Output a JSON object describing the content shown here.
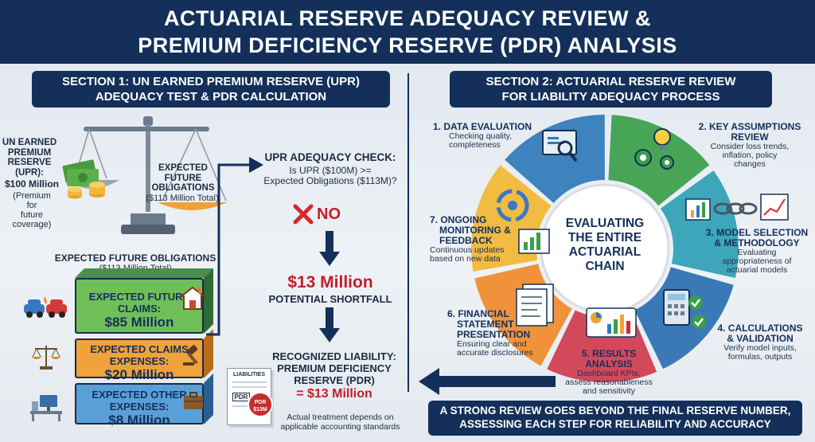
{
  "header": {
    "line1": "ACTUARIAL RESERVE ADEQUACY REVIEW &",
    "line2": "PREMIUM DEFICIENCY RESERVE (PDR) ANALYSIS"
  },
  "section1": {
    "title_line1": "SECTION 1: UN EARNED PREMIUM RESERVE (UPR)",
    "title_line2": "ADEQUACY TEST & PDR CALCULATION",
    "upr": {
      "l1": "UN EARNED",
      "l2": "PREMIUM",
      "l3": "RESERVE",
      "l4": "(UPR):",
      "value": "$100 Million",
      "n1": "(Premium",
      "n2": "for",
      "n3": "future",
      "n4": "coverage)"
    },
    "expected": {
      "l1": "EXPECTED",
      "l2": "FUTURE",
      "l3": "OBLIGATIONS",
      "total": "($113 Million Total)"
    },
    "stack_title": "EXPECTED FUTURE OBLIGATIONS",
    "stack_total": "($113 Million Total)",
    "claims": {
      "l1": "EXPECTED FUTURE",
      "l2": "CLAIMS:",
      "value": "$85 Million"
    },
    "claims_exp": {
      "l1": "EXPECTED CLAIMS",
      "l2": "EXPENSES:",
      "value": "$20 Million"
    },
    "other_exp": {
      "l1": "EXPECTED OTHER",
      "l2": "EXPENSES:",
      "value": "$8 Million"
    },
    "check": {
      "title": "UPR ADEQUACY CHECK:",
      "q1": "Is UPR ($100M) >=",
      "q2": "Expected Obligations ($113M)?"
    },
    "no_label": "NO",
    "shortfall_value": "$13 Million",
    "shortfall_label": "POTENTIAL SHORTFALL",
    "recognized": {
      "l1": "RECOGNIZED LIABILITY:",
      "l2": "PREMIUM DEFICIENCY",
      "l3": "RESERVE (PDR)",
      "value": "= $13 Million"
    },
    "doc": {
      "header": "LIABILITIES",
      "row": "PDR",
      "stamp1": "PDR",
      "stamp2": "$13M"
    },
    "note1": "Actual treatment depends on",
    "note2": "applicable accounting standards"
  },
  "section2": {
    "title_line1": "SECTION 2: ACTUARIAL RESERVE REVIEW",
    "title_line2": "FOR LIABILITY ADEQUACY PROCESS",
    "center": {
      "l1": "EVALUATING",
      "l2": "THE ENTIRE",
      "l3": "ACTUARIAL",
      "l4": "CHAIN"
    },
    "steps": [
      {
        "t1": "1. DATA EVALUATION",
        "t2": "",
        "d1": "Checking quality,",
        "d2": "completeness",
        "d3": "",
        "color": "#2f79b8"
      },
      {
        "t1": "2. KEY ASSUMPTIONS",
        "t2": "REVIEW",
        "d1": "Consider loss trends,",
        "d2": "inflation, policy",
        "d3": "changes",
        "color": "#3a9e4a"
      },
      {
        "t1": "3. MODEL SELECTION",
        "t2": "& METHODOLOGY",
        "d1": "Evaluating",
        "d2": "appropriateness of",
        "d3": "actuarial models",
        "color": "#2ea0b4"
      },
      {
        "t1": "4. CALCULATIONS",
        "t2": "& VALIDATION",
        "d1": "Verify model inputs,",
        "d2": "formulas, outputs",
        "d3": "",
        "color": "#2a6fb0"
      },
      {
        "t1": "5. RESULTS ANALYSIS",
        "t2": "",
        "d1": "Dashboard KPIs,",
        "d2": "assess reasonableness",
        "d3": "and sensitivity",
        "color": "#cf3b4e"
      },
      {
        "t1": "6. FINANCIAL",
        "t2": "STATEMENT",
        "t3": "PRESENTATION",
        "d1": "Ensuring clear and",
        "d2": "accurate disclosures",
        "d3": "",
        "color": "#f08a2b"
      },
      {
        "t1": "7. ONGOING",
        "t2": "MONITORING &",
        "t3": "FEEDBACK",
        "d1": "Continuous updates",
        "d2": "based on new data",
        "d3": "",
        "color": "#f2b632"
      }
    ],
    "banner_l1": "A STRONG REVIEW GOES BEYOND THE FINAL RESERVE NUMBER,",
    "banner_l2": "ASSESSING EACH STEP FOR RELIABILITY AND ACCURACY"
  }
}
